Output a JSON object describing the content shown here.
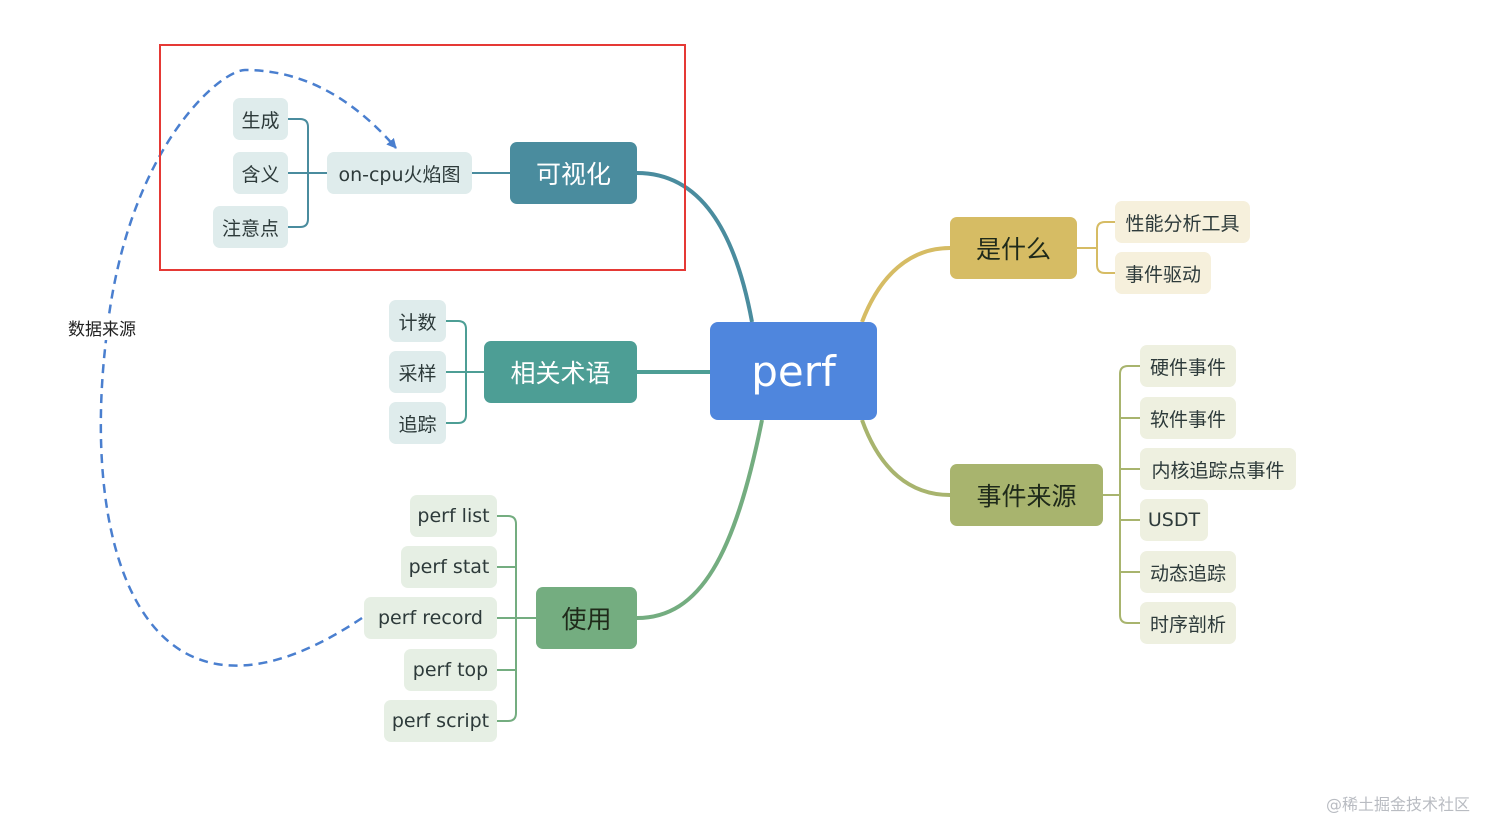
{
  "colors": {
    "root": "#4f86dd",
    "visual": "#4a8c9e",
    "terms": "#4d9e95",
    "usage": "#74ad80",
    "what": "#d6bc64",
    "events": "#a8b46e",
    "leaf_teal": "#dfecec",
    "leaf_green": "#e6efe4",
    "leaf_yellow": "#f6f0dc",
    "leaf_olive": "#eef0e0",
    "dashed": "#4a7fcf",
    "highlight": "#e53935"
  },
  "root": {
    "label": "perf"
  },
  "branches": {
    "visual": {
      "label": "可视化",
      "child": {
        "label": "on-cpu火焰图"
      },
      "leaves": [
        {
          "label": "生成"
        },
        {
          "label": "含义"
        },
        {
          "label": "注意点"
        }
      ]
    },
    "terms": {
      "label": "相关术语",
      "leaves": [
        {
          "label": "计数"
        },
        {
          "label": "采样"
        },
        {
          "label": "追踪"
        }
      ]
    },
    "usage": {
      "label": "使用",
      "leaves": [
        {
          "label": "perf list"
        },
        {
          "label": "perf stat"
        },
        {
          "label": "perf record"
        },
        {
          "label": "perf top"
        },
        {
          "label": "perf script"
        }
      ]
    },
    "what": {
      "label": "是什么",
      "leaves": [
        {
          "label": "性能分析工具"
        },
        {
          "label": "事件驱动"
        }
      ]
    },
    "events": {
      "label": "事件来源",
      "leaves": [
        {
          "label": "硬件事件"
        },
        {
          "label": "软件事件"
        },
        {
          "label": "内核追踪点事件"
        },
        {
          "label": "USDT"
        },
        {
          "label": "动态追踪"
        },
        {
          "label": "时序剖析"
        }
      ]
    }
  },
  "relation": {
    "label": "数据来源",
    "from": "perf record",
    "to": "on-cpu火焰图"
  },
  "watermark": "@稀土掘金技术社区"
}
